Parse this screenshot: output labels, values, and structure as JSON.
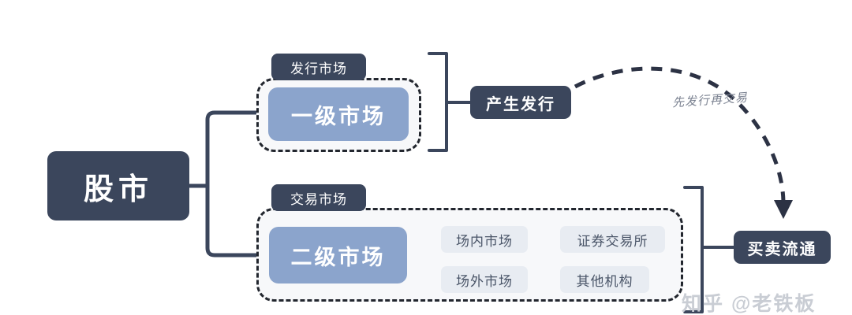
{
  "diagram": {
    "root": {
      "label": "股市"
    },
    "groups": [
      {
        "tab_label": "发行市场",
        "node_label": "一级市场"
      },
      {
        "tab_label": "交易市场",
        "node_label": "二级市场"
      }
    ],
    "secondary_children": [
      {
        "label": "场内市场",
        "child": "证券交易所"
      },
      {
        "label": "场外市场",
        "child": "其他机构"
      }
    ],
    "outcomes": [
      {
        "label": "产生发行"
      },
      {
        "label": "买卖流通"
      }
    ],
    "flow_annotation": "先发行再交易",
    "watermark": "知乎 @老铁板",
    "colors": {
      "dark": "#3b465c",
      "blue": "#8ba4cc",
      "pill": "#e8ecf2",
      "panel": "#f7f8fa",
      "line": "#3b465c",
      "dashed": "#22262e",
      "annotation": "#7b8291",
      "watermark": "#c9cdd4",
      "background": "#ffffff"
    }
  }
}
